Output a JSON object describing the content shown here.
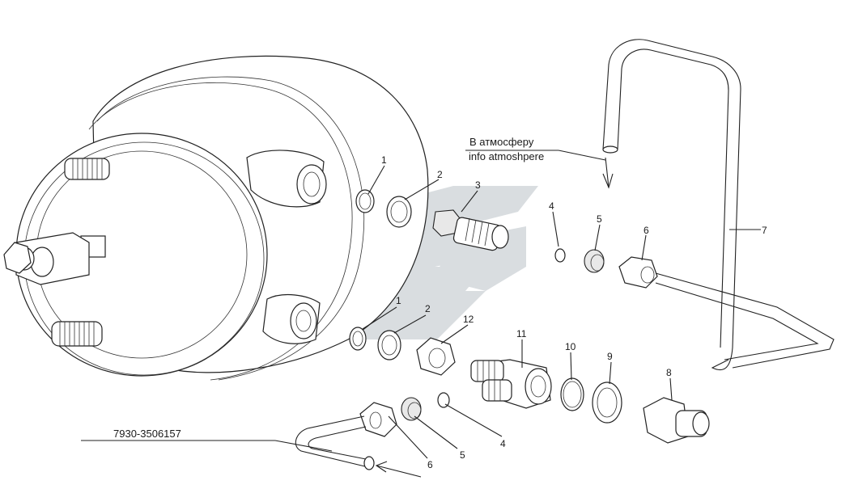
{
  "annotations": {
    "atmosphere_ru": "В атмосферу",
    "atmosphere_en": "info atmoshpere",
    "part_code": "7930-3506157"
  },
  "callouts": {
    "c1_top": "1",
    "c2_top": "2",
    "c3": "3",
    "c4_top": "4",
    "c5_top": "5",
    "c6_top": "6",
    "c7": "7",
    "c1_mid": "1",
    "c2_mid": "2",
    "c12": "12",
    "c11": "11",
    "c10": "10",
    "c9": "9",
    "c8": "8",
    "c6_bot": "6",
    "c5_bot": "5",
    "c4_bot": "4"
  },
  "colors": {
    "line": "#222222",
    "watermark": "#d9dde0"
  }
}
